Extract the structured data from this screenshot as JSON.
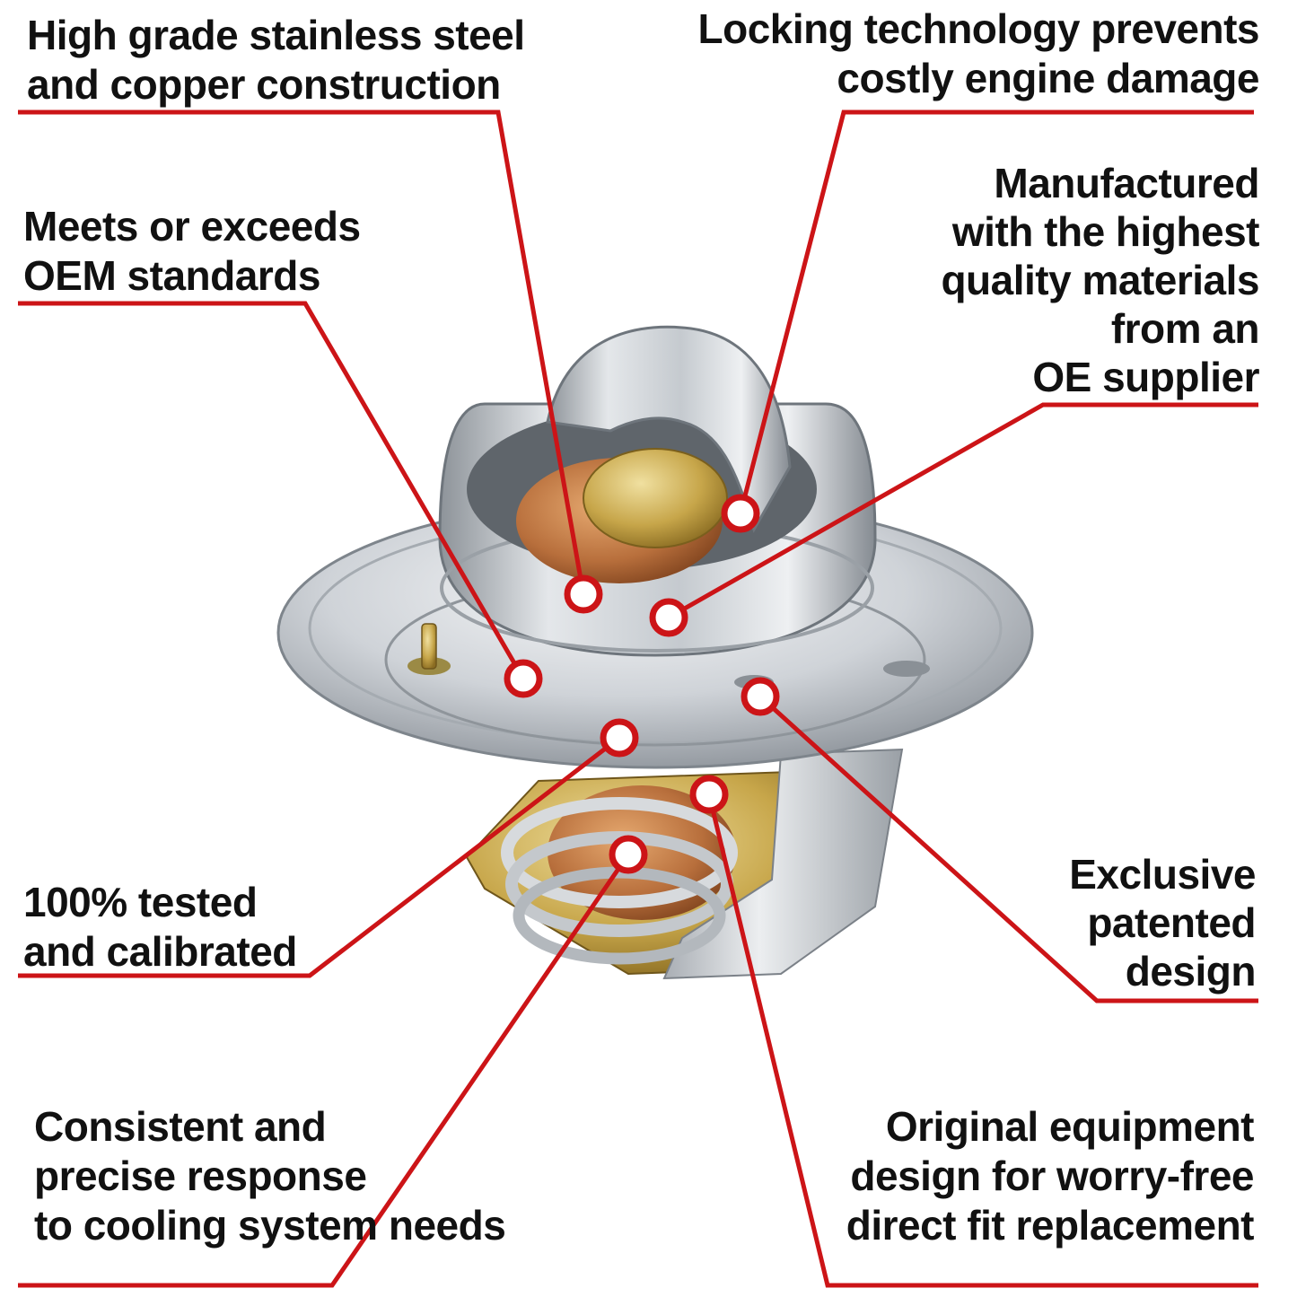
{
  "callouts": {
    "material": "High grade stainless steel\nand copper construction",
    "locking": "Locking technology prevents\ncostly engine damage",
    "oem": "Meets or exceeds\nOEM standards",
    "manufactured": "Manufactured\nwith the highest\nquality materials\nfrom an\nOE supplier",
    "exclusive": "Exclusive\npatented\ndesign",
    "tested": "100% tested\nand calibrated",
    "consistent": "Consistent and\nprecise response\nto cooling system needs",
    "original": "Original equipment\ndesign for worry-free\ndirect fit replacement"
  },
  "colors": {
    "leader_line": "#cc1417",
    "steel_light": "#e9ecef",
    "steel_mid": "#b9bec4",
    "steel_dark": "#7e858c",
    "copper": "#b86f3c",
    "brass": "#c7a64a",
    "text": "#111111"
  }
}
